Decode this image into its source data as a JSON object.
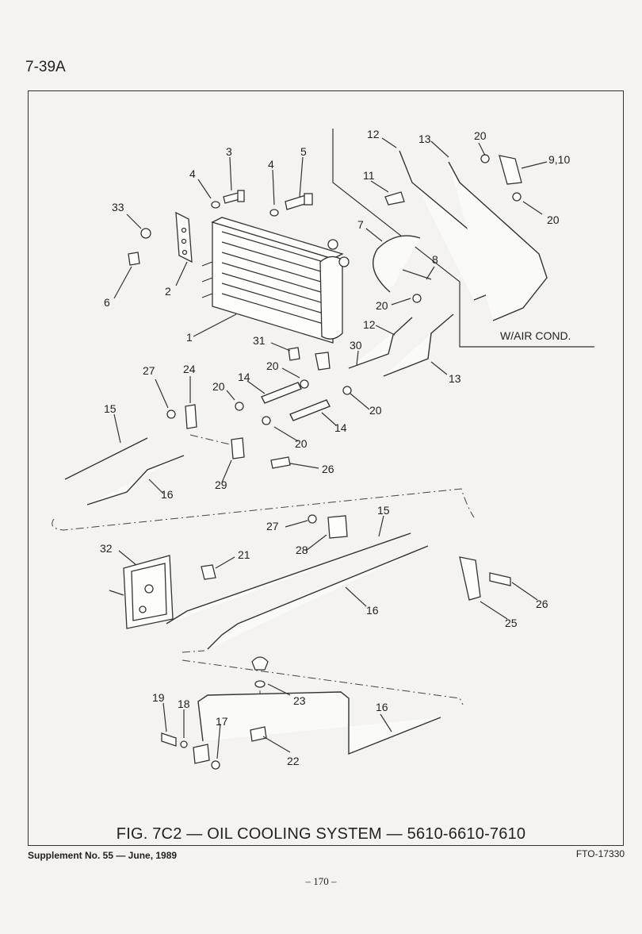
{
  "header": {
    "page_number": "7-39A"
  },
  "figure": {
    "caption": "FIG. 7C2 — OIL COOLING SYSTEM — 5610-6610-7610",
    "inset_label": "W/AIR COND.",
    "callouts": {
      "c1": "1",
      "c2": "2",
      "c3": "3",
      "c4a": "4",
      "c4b": "4",
      "c5": "5",
      "c6": "6",
      "c7": "7",
      "c8": "8",
      "c9_10": "9,10",
      "c11": "11",
      "c12a": "12",
      "c12b": "12",
      "c13a": "13",
      "c13b": "13",
      "c14a": "14",
      "c14b": "14",
      "c15a": "15",
      "c15b": "15",
      "c16a": "16",
      "c16b": "16",
      "c16c": "16",
      "c17": "17",
      "c18": "18",
      "c19": "19",
      "c20a": "20",
      "c20b": "20",
      "c20c": "20",
      "c20d": "20",
      "c20e": "20",
      "c20f": "20",
      "c20g": "20",
      "c21": "21",
      "c22": "22",
      "c23": "23",
      "c24": "24",
      "c25": "25",
      "c26a": "26",
      "c26b": "26",
      "c27a": "27",
      "c27b": "27",
      "c28": "28",
      "c29": "29",
      "c30": "30",
      "c31": "31",
      "c32": "32",
      "c33": "33"
    }
  },
  "footer": {
    "supplement": "Supplement No. 55 — June, 1989",
    "ref_code": "FTO-17330",
    "page_number": "– 170 –"
  }
}
